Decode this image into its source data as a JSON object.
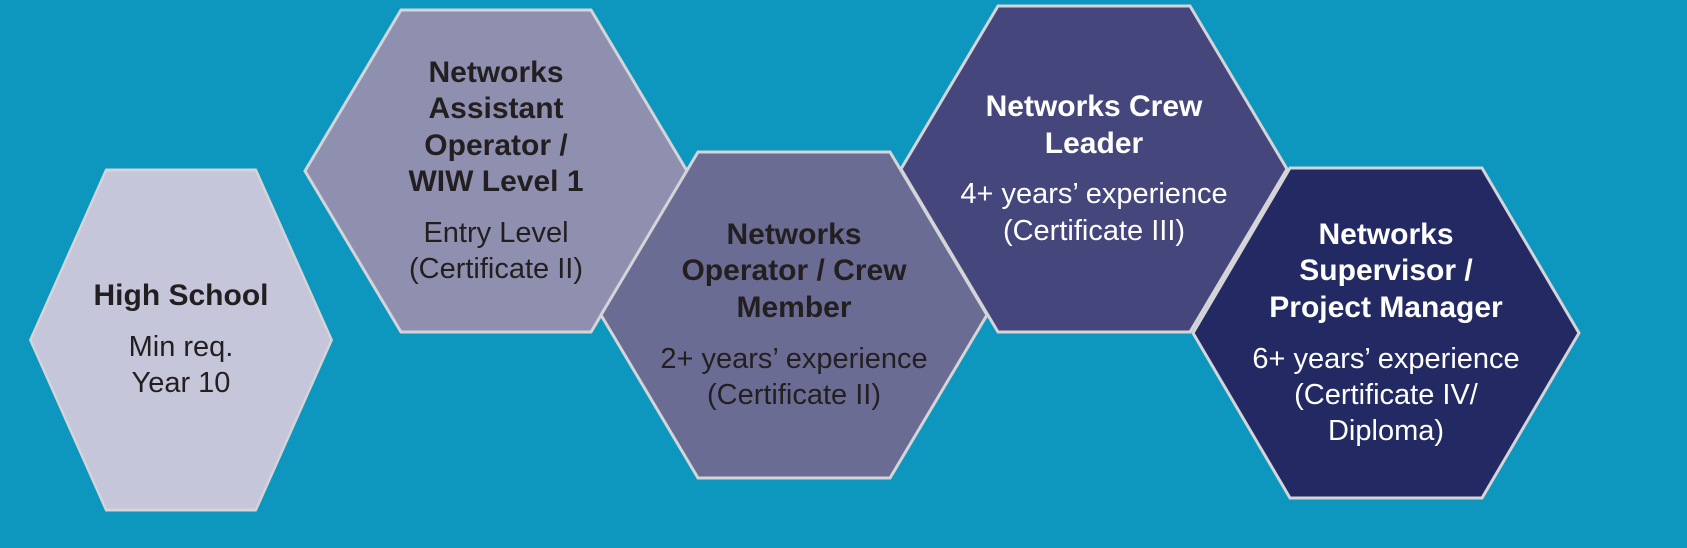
{
  "diagram": {
    "background_color": "#0d96be",
    "hexagon_border_color": "#d4d4d9",
    "hexagons": [
      {
        "id": "high-school",
        "title": "High School",
        "body": "Min req.\nYear 10",
        "fill": "#c6c6da",
        "text_color": "#231f20"
      },
      {
        "id": "networks-assistant-operator-wiw-level-1",
        "title": "Networks\nAssistant\nOperator /\nWIW Level 1",
        "body": "Entry Level\n(Certificate II)",
        "fill": "#8f90b0",
        "text_color": "#231f20"
      },
      {
        "id": "networks-operator-crew-member",
        "title": "Networks\nOperator / Crew\nMember",
        "body": "2+ years’ experience\n(Certificate II)",
        "fill": "#6b6c93",
        "text_color": "#231f20"
      },
      {
        "id": "networks-crew-leader",
        "title": "Networks Crew\nLeader",
        "body": "4+ years’ experience\n(Certificate III)",
        "fill": "#45477c",
        "text_color": "#ffffff"
      },
      {
        "id": "networks-supervisor-project-manager",
        "title": "Networks\nSupervisor /\nProject Manager",
        "body": "6+ years’ experience\n(Certificate IV/\nDiploma)",
        "fill": "#232a63",
        "text_color": "#ffffff"
      }
    ]
  }
}
